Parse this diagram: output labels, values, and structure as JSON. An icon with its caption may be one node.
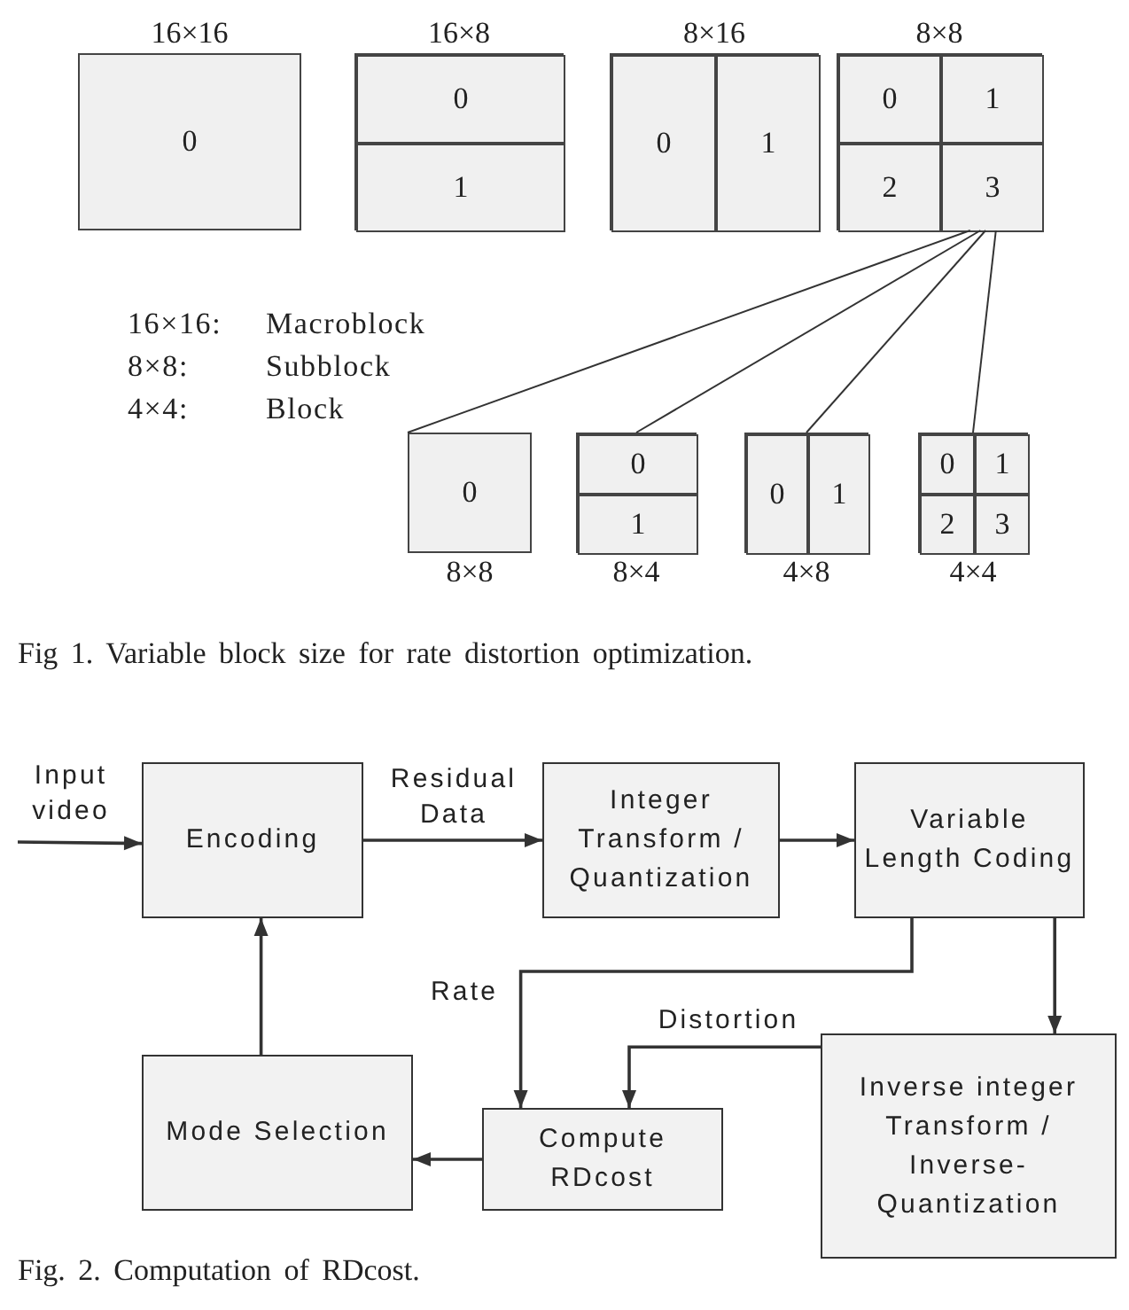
{
  "diagram": {
    "nodes": [
      {
        "text": [
          "16×16",
          "0"
        ]
      },
      {
        "text": [
          "16×8"
        ]
      },
      {
        "text": [
          "0"
        ],
        "in": 1
      },
      {
        "text": [
          "1"
        ],
        "in": 1
      },
      {
        "text": [
          "8×16"
        ]
      },
      {
        "text": [
          "0"
        ],
        "in": 4
      },
      {
        "text": [
          "1"
        ],
        "in": 4
      },
      {
        "text": [
          "8×8"
        ]
      },
      {
        "text": [
          "0"
        ],
        "in": 7
      },
      {
        "text": [
          "1"
        ],
        "in": 7
      },
      {
        "text": [
          "2"
        ],
        "in": 7
      },
      {
        "text": [
          "3"
        ],
        "in": 7
      },
      {
        "text": [
          "0",
          "8×8"
        ]
      },
      {
        "text": [
          "8×4"
        ]
      },
      {
        "text": [
          "0"
        ],
        "in": 13
      },
      {
        "text": [
          "1"
        ],
        "in": 13
      },
      {
        "text": [
          "4×8"
        ]
      },
      {
        "text": [
          "0"
        ],
        "in": 16
      },
      {
        "text": [
          "1"
        ],
        "in": 16
      },
      {
        "text": [
          "4×4"
        ]
      },
      {
        "text": [
          "0"
        ],
        "in": 19
      },
      {
        "text": [
          "1"
        ],
        "in": 19
      },
      {
        "text": [
          "2"
        ],
        "in": 19
      },
      {
        "text": [
          "3"
        ],
        "in": 19
      },
      {
        "text": [
          "Encoding"
        ]
      },
      {
        "text": [
          "Integer Transform / Quantization"
        ]
      },
      {
        "text": [
          "Variable Length Coding"
        ]
      },
      {
        "text": [
          "Inverse integer Transform / Inverse- Quantization"
        ]
      },
      {
        "text": [
          "Compute RDcost"
        ]
      },
      {
        "text": [
          "Mode Selection"
        ]
      }
    ],
    "edges": [
      {
        "from": 11,
        "to": 12,
        "arrow": "none"
      },
      {
        "from": 11,
        "to": 13,
        "arrow": "none"
      },
      {
        "from": 11,
        "to": 16,
        "arrow": "none"
      },
      {
        "from": 11,
        "to": 19,
        "arrow": "none"
      },
      {
        "from": null,
        "to": 24,
        "arrow": "to",
        "label": "Input video"
      },
      {
        "from": 24,
        "to": 25,
        "arrow": "to",
        "label": "Residual Data"
      },
      {
        "from": 25,
        "to": 26,
        "arrow": "to"
      },
      {
        "from": 26,
        "to": 27,
        "arrow": "to"
      },
      {
        "from": 26,
        "to": 28,
        "arrow": "to",
        "label": "Rate"
      },
      {
        "from": 27,
        "to": 28,
        "arrow": "to",
        "label": "Distortion"
      },
      {
        "from": 28,
        "to": 29,
        "arrow": "to"
      },
      {
        "from": 29,
        "to": 24,
        "arrow": "to"
      }
    ],
    "labels": [
      "16×16:",
      "Macroblock",
      "8×8:",
      "Subblock",
      "4×4:",
      "Block",
      "Fig 1. Variable block size for rate distortion optimization.",
      "Fig. 2. Computation of RDcost."
    ]
  }
}
